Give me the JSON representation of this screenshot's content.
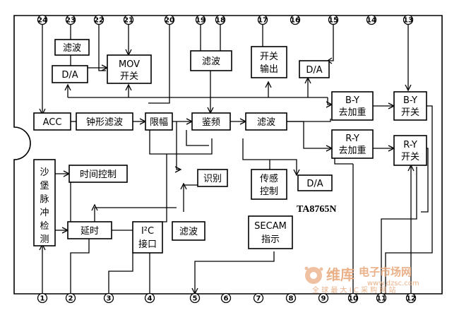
{
  "chip": {
    "name": "TA8765N",
    "top_pins": [
      "24",
      "23",
      "22",
      "21",
      "20",
      "19",
      "18",
      "17",
      "16",
      "15",
      "14",
      "13"
    ],
    "bottom_pins": [
      "1",
      "2",
      "3",
      "4",
      "5",
      "6",
      "7",
      "8",
      "9",
      "10",
      "11",
      "12"
    ]
  },
  "blocks": {
    "filter_top_left": "滤波",
    "da_top_left": "D/A",
    "mov_switch": [
      "MOV",
      "开关"
    ],
    "filter_top_mid": "滤波",
    "switch_output": [
      "开关",
      "输出"
    ],
    "da_top_right": "D/A",
    "acc": "ACC",
    "bell_filter": "钟形滤波",
    "limiter": "限幅",
    "frequency_detect": "鉴频",
    "filter_mid": "滤波",
    "by_deemphasis": [
      "B-Y",
      "去加重"
    ],
    "by_switch": [
      "B-Y",
      "开关"
    ],
    "ry_deemphasis": [
      "R-Y",
      "去加重"
    ],
    "ry_switch": [
      "R-Y",
      "开关"
    ],
    "sandcastle_detect": [
      "沙",
      "堡",
      "脉",
      "冲",
      "检",
      "测"
    ],
    "timing_control": "时间控制",
    "identify": "识别",
    "sensor_control": [
      "传感",
      "控制"
    ],
    "da_bottom": "D/A",
    "delay": "延时",
    "i2c_interface": [
      "I²C",
      "接口"
    ],
    "filter_bottom": "滤波",
    "secam_indicator": [
      "SECAM",
      "指示"
    ]
  },
  "watermark": {
    "brand": "维库",
    "title": "电子市场网",
    "url": "www.dzsc.com",
    "tagline": "全 球 最 大 I C 采 购 网 站"
  },
  "colors": {
    "watermark": "#e8a87c"
  }
}
